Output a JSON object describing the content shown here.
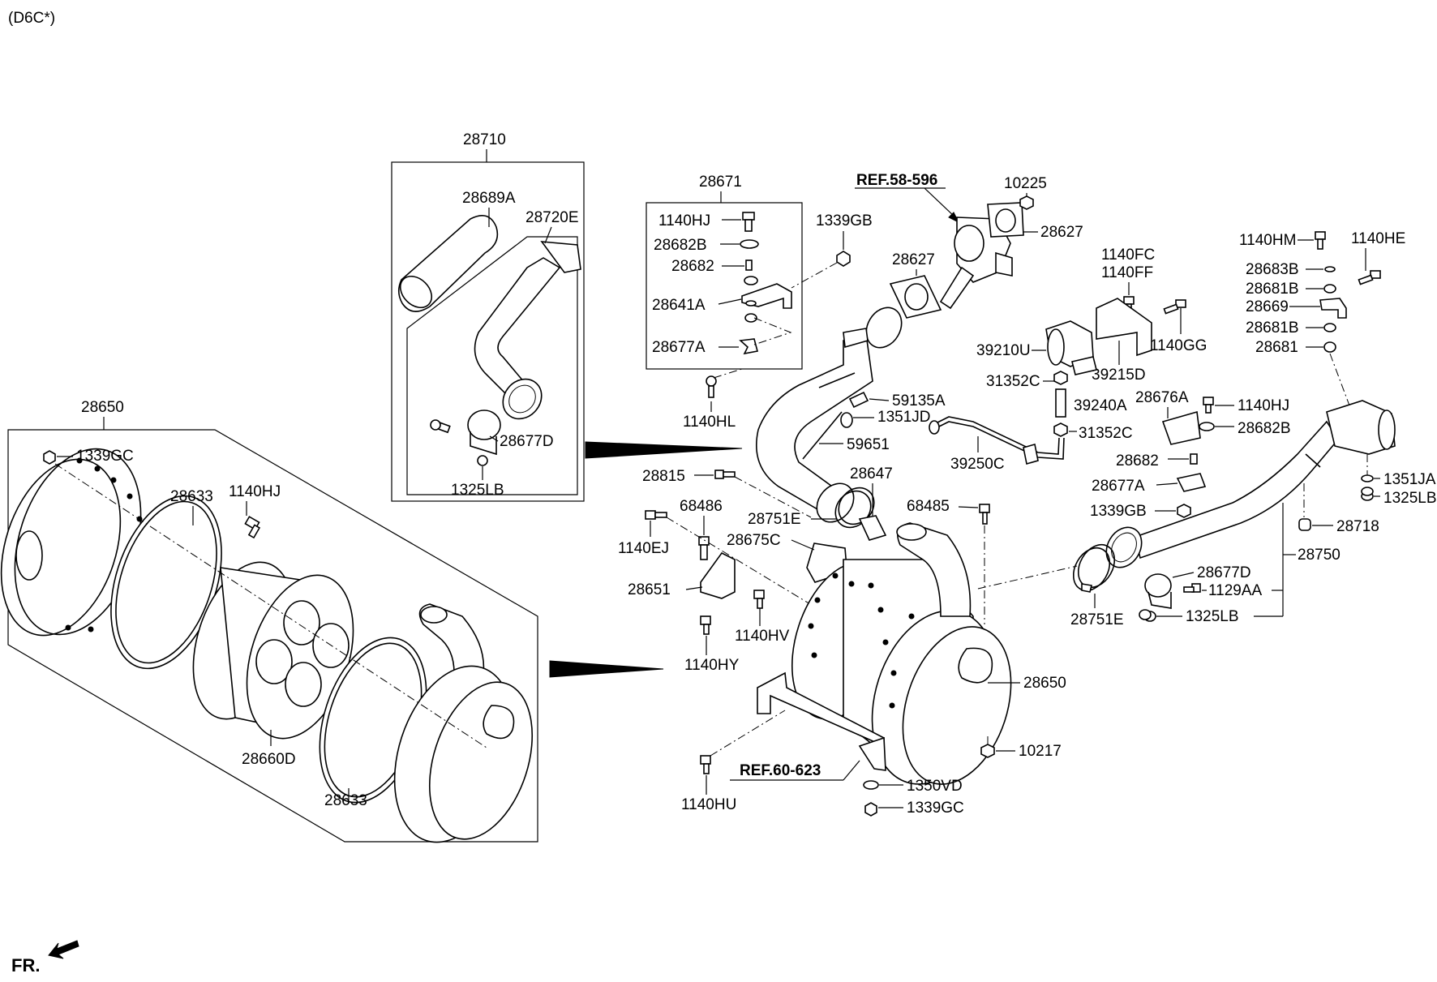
{
  "header": {
    "model_code": "(D6C*)"
  },
  "footer": {
    "front_label": "FR."
  },
  "references": {
    "ref_58_596": "REF.58-596",
    "ref_60_623": "REF.60-623"
  },
  "groups": {
    "g28710": "28710",
    "g28671": "28671",
    "g28650": "28650"
  },
  "parts": {
    "p28689A": "28689A",
    "p28720E": "28720E",
    "p28677D_kit": "28677D",
    "p1325LB_kit": "1325LB",
    "p1140HJ_a": "1140HJ",
    "p28682B_a": "28682B",
    "p28682_a": "28682",
    "p28641A": "28641A",
    "p28677A_a": "28677A",
    "p1140HL": "1140HL",
    "p1339GB_a": "1339GB",
    "p1339GC_a": "1339GC",
    "p28633_a": "28633",
    "p1140HJ_b": "1140HJ",
    "p28660D": "28660D",
    "p28633_b": "28633",
    "p10225": "10225",
    "p28627_a": "28627",
    "p28627_b": "28627",
    "p59135A": "59135A",
    "p1351JD": "1351JD",
    "p59651": "59651",
    "p28815": "28815",
    "p28647": "28647",
    "p28751E_a": "28751E",
    "p68486": "68486",
    "p1140EJ": "1140EJ",
    "p28675C": "28675C",
    "p28651": "28651",
    "p1140HV": "1140HV",
    "p1140HY": "1140HY",
    "p68485": "68485",
    "p28650_main": "28650",
    "p10217": "10217",
    "p1350VD": "1350VD",
    "p1339GC_b": "1339GC",
    "p1140HU": "1140HU",
    "p1140FC": "1140FC",
    "p1140FF": "1140FF",
    "p1140GG": "1140GG",
    "p39210U": "39210U",
    "p39215D": "39215D",
    "p31352C_a": "31352C",
    "p39240A": "39240A",
    "p31352C_b": "31352C",
    "p39250C": "39250C",
    "p28676A": "28676A",
    "p1140HJ_c": "1140HJ",
    "p28682B_b": "28682B",
    "p28682_b": "28682",
    "p28677A_b": "28677A",
    "p1339GB_b": "1339GB",
    "p1140HM": "1140HM",
    "p1140HE": "1140HE",
    "p28683B": "28683B",
    "p28681B_a": "28681B",
    "p28669": "28669",
    "p28681B_b": "28681B",
    "p28681": "28681",
    "p1351JA": "1351JA",
    "p1325LB_b": "1325LB",
    "p28718": "28718",
    "p28750": "28750",
    "p28677D_b": "28677D",
    "p1129AA": "1129AA",
    "p1325LB_c": "1325LB",
    "p28751E_b": "28751E"
  }
}
